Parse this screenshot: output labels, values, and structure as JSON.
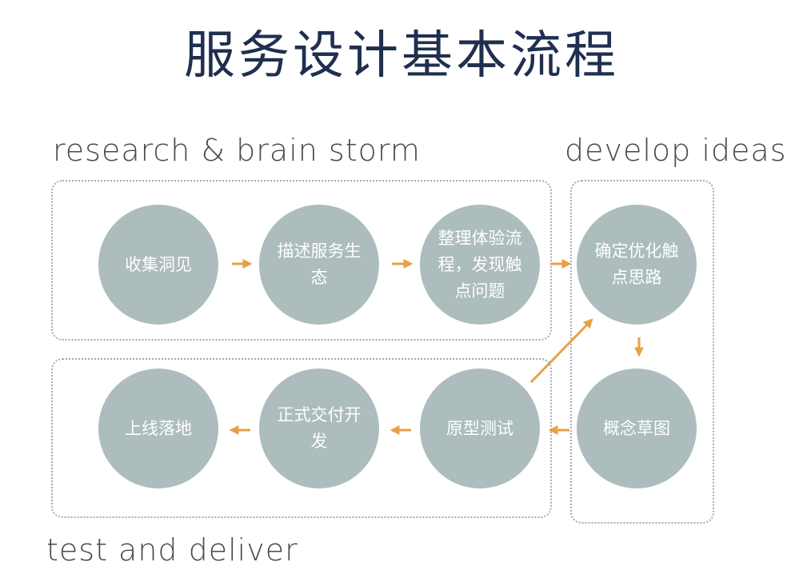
{
  "title": "服务设计基本流程",
  "groups": {
    "research": {
      "label": "research & brain storm"
    },
    "develop": {
      "label": "develop ideas"
    },
    "test": {
      "label": "test and deliver"
    }
  },
  "nodes": {
    "collect_insights": "收集洞见",
    "describe_ecosystem": "描述服务生态",
    "organize_experience": "整理体验流程，发现触点问题",
    "define_touchpoints": "确定优化触点思路",
    "concept_sketch": "概念草图",
    "prototype_test": "原型测试",
    "formal_delivery": "正式交付开发",
    "launch": "上线落地"
  },
  "colors": {
    "title": "#1f2f4f",
    "node_fill": "#adbcbc",
    "node_text": "#ffffff",
    "arrow": "#e8a046",
    "dotted_border": "#a5aab0"
  }
}
